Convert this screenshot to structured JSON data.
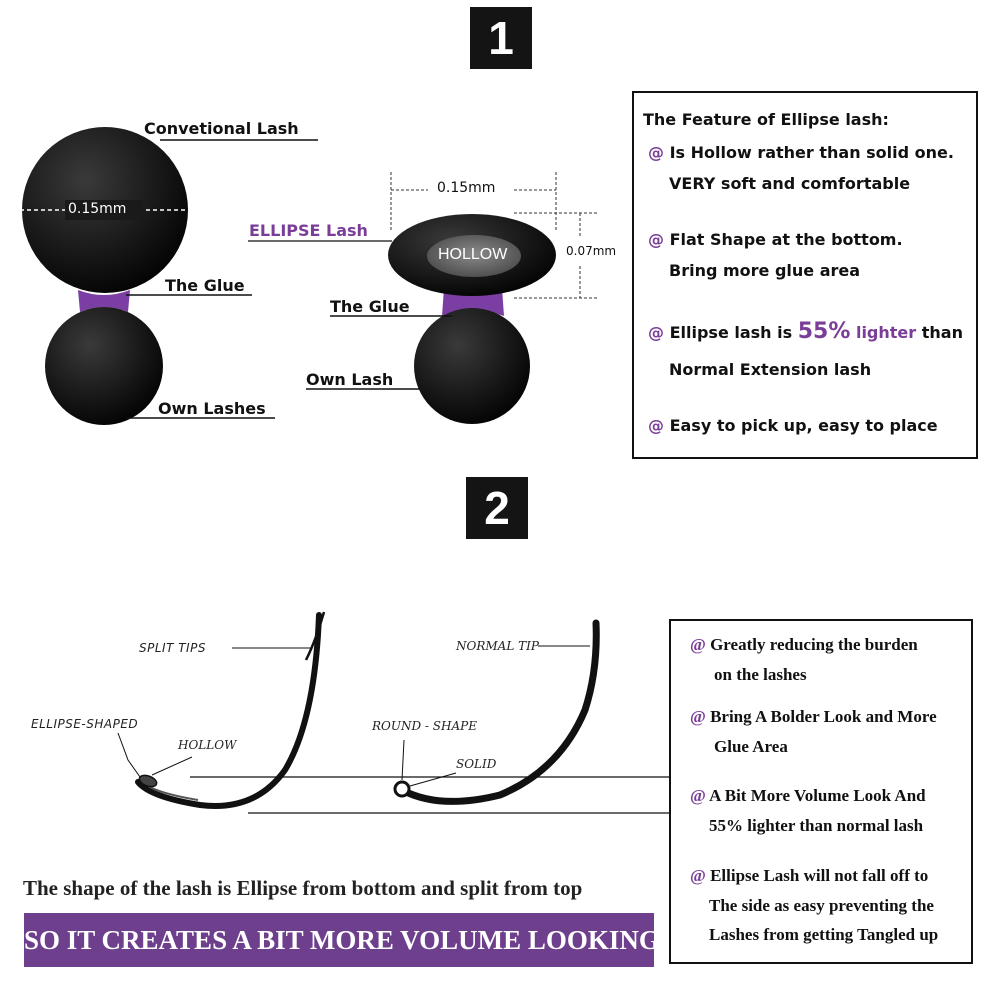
{
  "section1": {
    "number": "1"
  },
  "section2": {
    "number": "2"
  },
  "left_diagram": {
    "title": "Convetional  Lash",
    "diameter": "0.15mm",
    "glue": "The Glue",
    "own": "Own Lashes"
  },
  "middle_diagram": {
    "width": "0.15mm",
    "height": "0.07mm",
    "ellipse_label": "ELLIPSE Lash",
    "hollow": "HOLLOW",
    "glue": "The Glue",
    "own": "Own Lash"
  },
  "features": {
    "heading": "The Feature of Ellipse lash:",
    "item1_line1": "Is Hollow rather than solid one.",
    "item1_line2": "VERY soft and comfortable",
    "item2_line1": "Flat Shape at the bottom.",
    "item2_line2": "Bring more glue area",
    "item3_pre": "Ellipse lash is ",
    "item3_pct": "55%",
    "item3_light": "lighter",
    "item3_post": "than",
    "item3_line2": "Normal Extension lash",
    "item4_line1": "Easy to pick up, easy to place",
    "marker": "@"
  },
  "lash_labels": {
    "split_tips": "SPLIT TIPS",
    "ellipse_shaped": "ELLIPSE-SHAPED",
    "hollow": "HOLLOW",
    "normal_tip": "NORMAL TIP",
    "round_shape": "ROUND - SHAPE",
    "solid": "SOLID"
  },
  "benefits": {
    "marker": "@",
    "b1_l1": "Greatly reducing the burden",
    "b1_l2": "on the lashes",
    "b2_l1": "Bring A Bolder Look and More",
    "b2_l2": "Glue Area",
    "b3_l1": "A Bit More Volume Look And",
    "b3_l2": "55% lighter than normal lash",
    "b4_l1": "Ellipse Lash will not fall off to",
    "b4_l2": "The side as easy preventing the",
    "b4_l3": "Lashes from getting Tangled up"
  },
  "bottom": {
    "caption": "The shape of the lash is Ellipse from bottom and split from top",
    "banner": "SO IT CREATES A BIT MORE VOLUME LOOKING"
  },
  "colors": {
    "accent_purple": "#7a3e98",
    "banner_purple": "#6e3f8c",
    "glue_purple": "#7b3fa3",
    "dark": "#111111"
  }
}
